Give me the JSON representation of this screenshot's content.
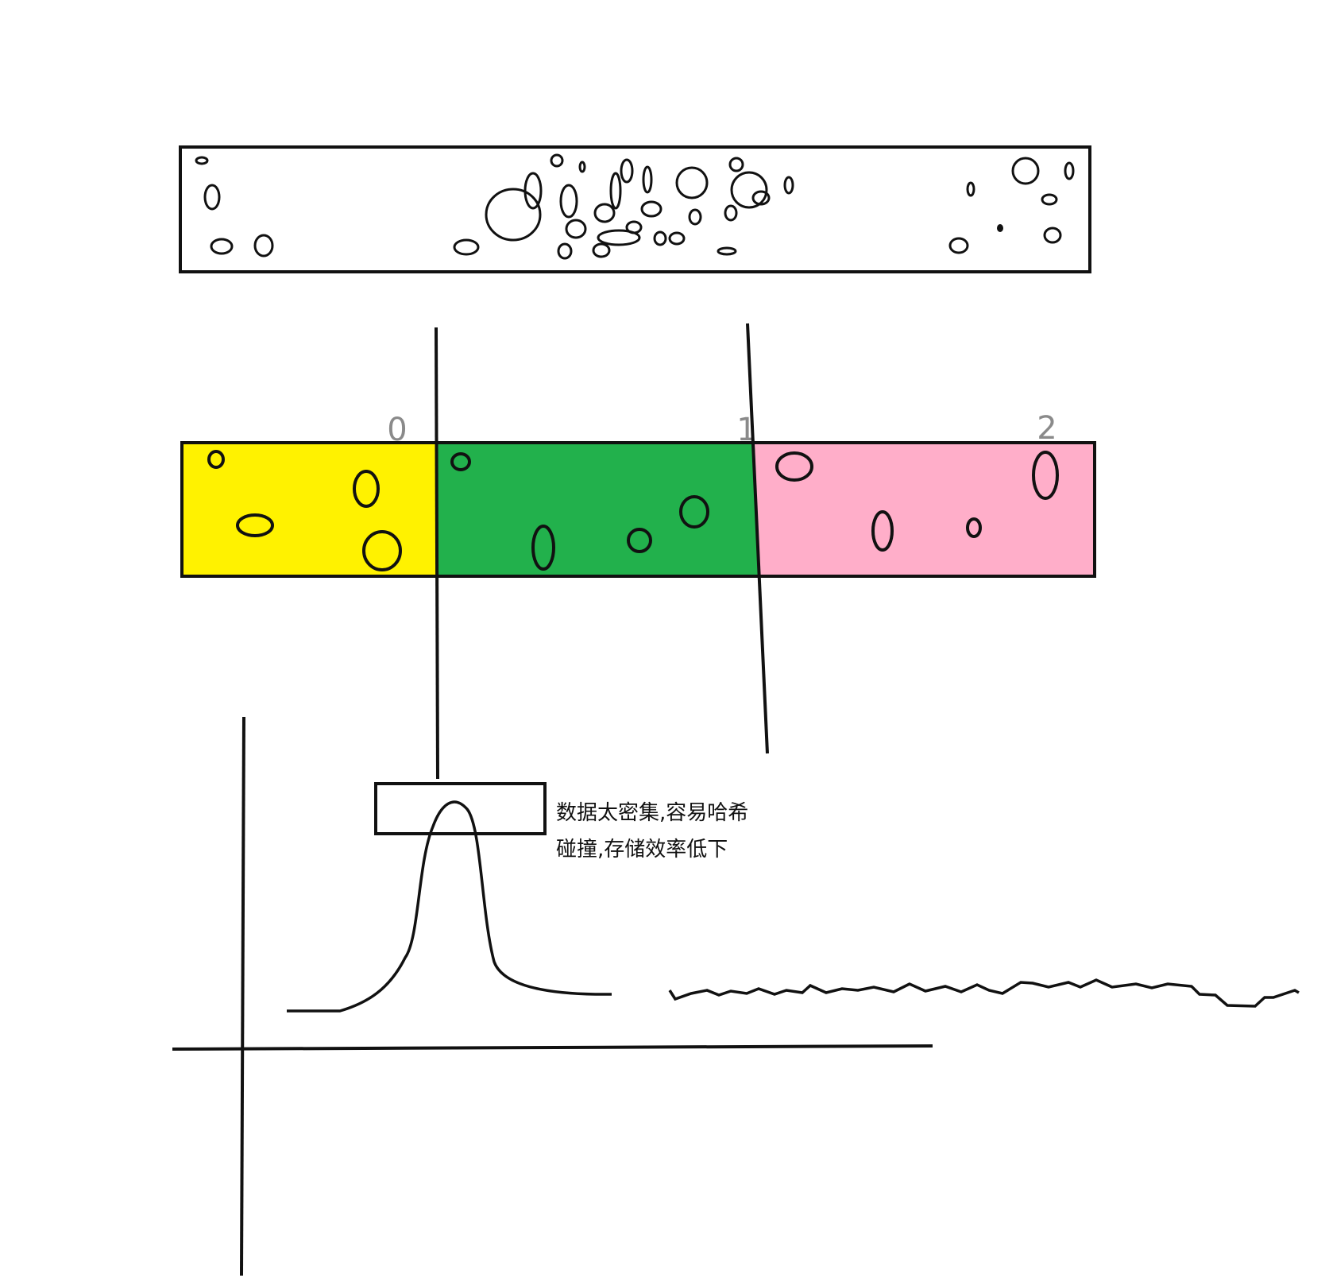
{
  "diagram": {
    "segment_labels": [
      "0",
      "1",
      "2"
    ],
    "annotation": {
      "lines": [
        "数据太密集,容易哈希",
        "碰撞,存储效率低下"
      ]
    },
    "colors": {
      "ink": "#111111",
      "background": "#ffffff",
      "segment_0": "#fff200",
      "segment_1": "#22b14c",
      "segment_2": "#ffaec9",
      "label_gray": "#8a8a8a"
    }
  }
}
